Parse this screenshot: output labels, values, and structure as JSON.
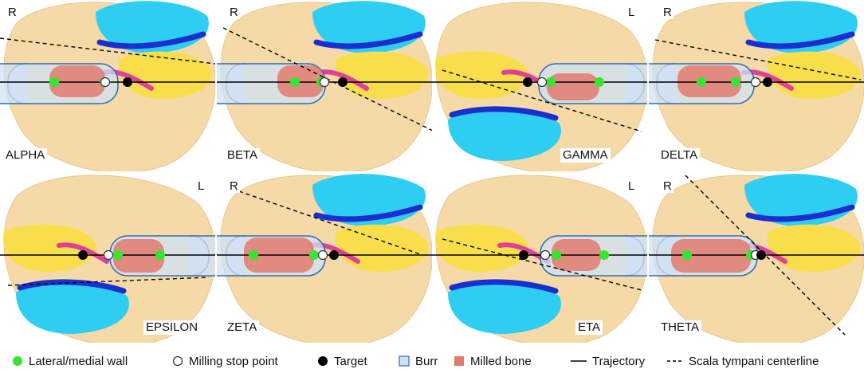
{
  "panels": [
    {
      "name": "ALPHA",
      "side": "R"
    },
    {
      "name": "BETA",
      "side": "R"
    },
    {
      "name": "GAMMA",
      "side": "L"
    },
    {
      "name": "DELTA",
      "side": "R"
    },
    {
      "name": "EPSILON",
      "side": "L"
    },
    {
      "name": "ZETA",
      "side": "R"
    },
    {
      "name": "ETA",
      "side": "L"
    },
    {
      "name": "THETA",
      "side": "R"
    }
  ],
  "legend": {
    "wall": "Lateral/medial wall",
    "stop": "Milling stop point",
    "target": "Target",
    "burr": "Burr",
    "milled": "Milled bone",
    "trajectory": "Trajectory",
    "scala": "Scala tympani centerline"
  },
  "colors": {
    "bone": "#f5d9a6",
    "soft_tissue": "#f7de4a",
    "chamber": "#2ecdf2",
    "dark_band": "#1a2fd0",
    "pink": "#e0409a",
    "burr_fill": "#cfe2f6",
    "burr_edge": "#2f6fb5",
    "milled": "#e07a6e",
    "wall_point": "#33e62f",
    "target": "#000000"
  }
}
